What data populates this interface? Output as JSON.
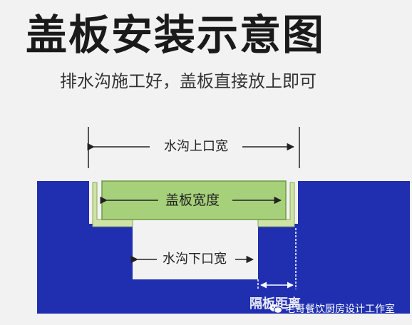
{
  "header": {
    "title": "盖板安装示意图",
    "subtitle": "排水沟施工好，盖板直接放上即可"
  },
  "diagram": {
    "labels": {
      "top_width": "水沟上口宽",
      "cover_width": "盖板宽度",
      "bottom_width": "水沟下口宽",
      "gap_distance": "隔板距离"
    },
    "watermark": "毛哥餐饮厨房设计工作室",
    "colors": {
      "trench_body": "#1f2fb0",
      "cover_plate": "#a6d07a",
      "frame": "#cfe3a6",
      "void": "#f2f2f2",
      "dim_line": "#222222"
    }
  }
}
